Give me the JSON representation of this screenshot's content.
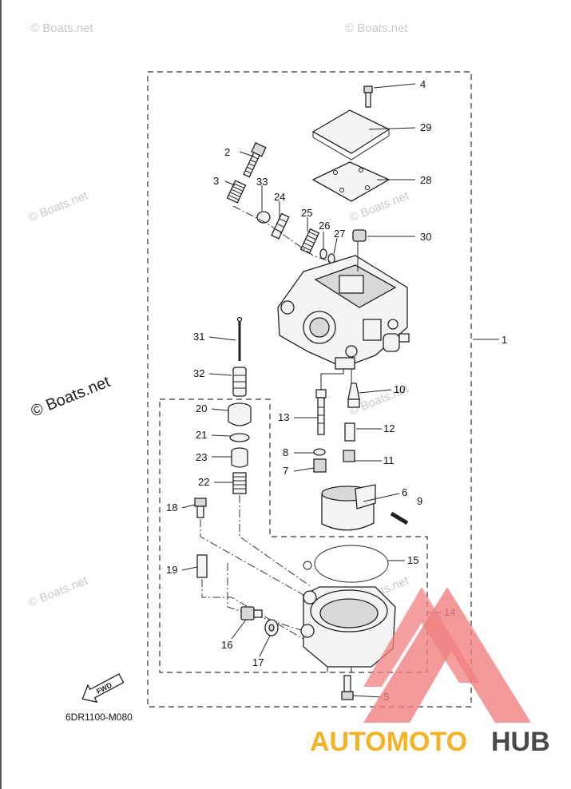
{
  "watermark": {
    "text": "© Boats.net"
  },
  "diagram_code": "6DR1100-M080",
  "fwd_label": "FWD",
  "brand": {
    "part1": "AUTOMOTO",
    "part2": "HUB"
  },
  "callouts": [
    "1",
    "2",
    "3",
    "4",
    "5",
    "6",
    "7",
    "8",
    "9",
    "10",
    "11",
    "12",
    "13",
    "14",
    "15",
    "16",
    "17",
    "18",
    "19",
    "20",
    "21",
    "22",
    "23",
    "24",
    "25",
    "26",
    "27",
    "28",
    "29",
    "30",
    "31",
    "32",
    "33"
  ],
  "colors": {
    "logo_red": "#f08080",
    "logo_orange": "#f4b324",
    "logo_gray": "#4a4a4a"
  }
}
